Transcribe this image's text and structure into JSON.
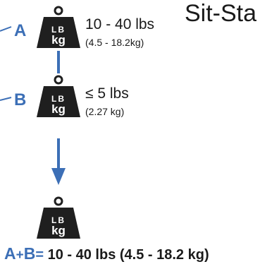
{
  "title": "Sit-Sta",
  "weights": {
    "lb": "LB",
    "kg": "kg"
  },
  "labels": {
    "a": "A",
    "b": "B"
  },
  "spec_a": {
    "main": "10 - 40 lbs",
    "sub": "(4.5 - 18.2kg)"
  },
  "spec_b": {
    "main": "≤ 5 lbs",
    "sub": "(2.27 kg)"
  },
  "sum": {
    "a": "A",
    "plus": "+",
    "b": "B",
    "eq": "=",
    "text": " 10 - 40 lbs (4.5 - 18.2 kg)"
  },
  "colors": {
    "accent": "#3c6fb6",
    "weight": "#1f1f1f"
  }
}
